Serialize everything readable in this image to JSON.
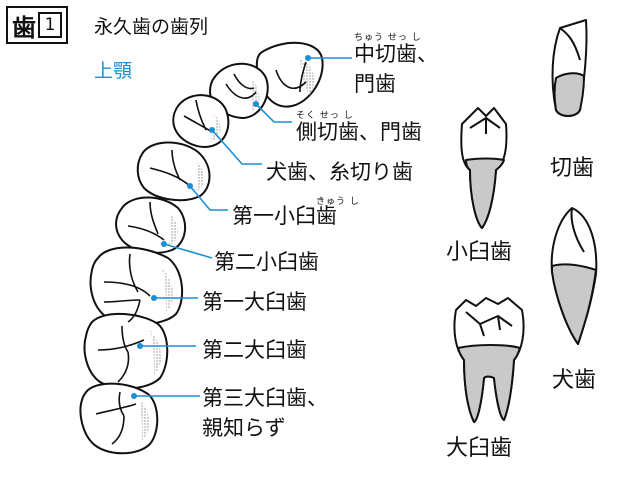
{
  "header": {
    "badge_kanji": "歯",
    "badge_number": "1",
    "title": "永久歯の歯列",
    "jaw": "上顎"
  },
  "arch_labels": [
    {
      "id": "central-incisor",
      "ruby": "ちゅう  せっ  し",
      "line1": "中切歯、",
      "line2": "門歯"
    },
    {
      "id": "lateral-incisor",
      "ruby": "そく  せっ  し",
      "line1": "側切歯、門歯"
    },
    {
      "id": "canine",
      "line1": "犬歯、糸切り歯"
    },
    {
      "id": "first-premolar",
      "ruby": "きゅう  し",
      "line1": "第一小臼歯"
    },
    {
      "id": "second-premolar",
      "line1": "第二小臼歯"
    },
    {
      "id": "first-molar",
      "line1": "第一大臼歯"
    },
    {
      "id": "second-molar",
      "line1": "第二大臼歯"
    },
    {
      "id": "third-molar",
      "line1": "第三大臼歯、",
      "line2": "親知らず"
    }
  ],
  "side_teeth": {
    "incisor": "切歯",
    "premolar": "小臼歯",
    "canine": "犬歯",
    "molar": "大臼歯"
  },
  "colors": {
    "leader": "#1a8fd1",
    "outline": "#111111",
    "root_fill": "#c9c9c9",
    "shade_dots": "#888888"
  }
}
